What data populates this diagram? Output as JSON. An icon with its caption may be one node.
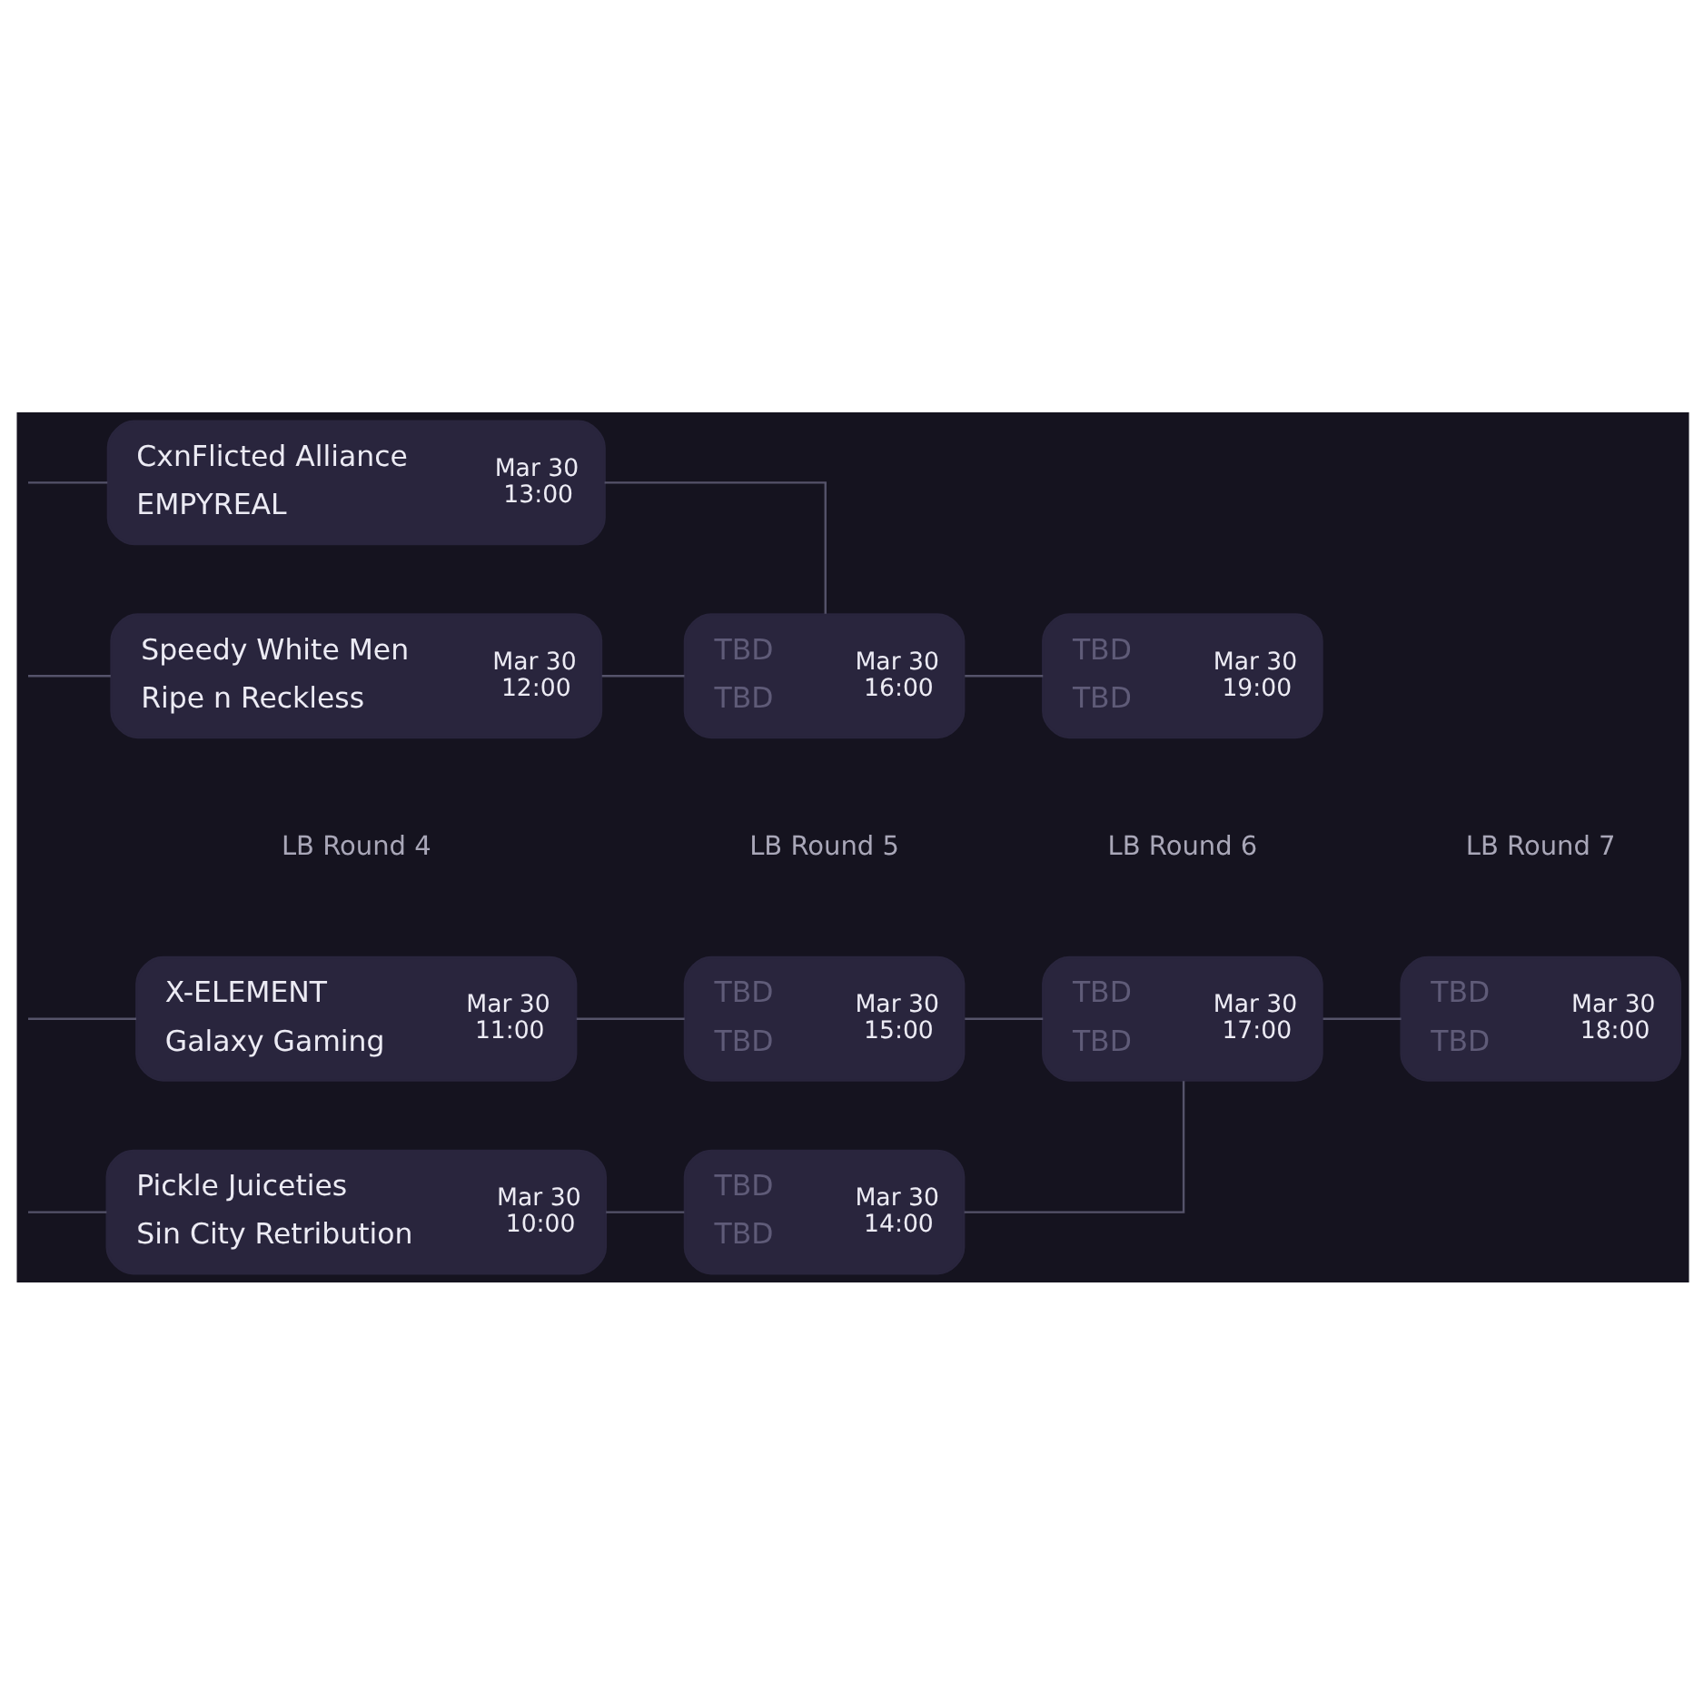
{
  "diagram": {
    "nodes": [
      {
        "text": [
          "CxnFlicted Alliance",
          "EMPYREAL",
          "Mar 30 13:00"
        ]
      },
      {
        "text": [
          "Speedy White Men",
          "Ripe n Reckless",
          "Mar 30 12:00"
        ]
      },
      {
        "text": [
          "TBD",
          "TBD",
          "Mar 30 16:00"
        ]
      },
      {
        "text": [
          "TBD",
          "TBD",
          "Mar 30 19:00"
        ]
      },
      {
        "text": [
          "X-ELEMENT",
          "Galaxy Gaming",
          "Mar 30 11:00"
        ]
      },
      {
        "text": [
          "Pickle Juiceties",
          "Sin City Retribution",
          "Mar 30 10:00"
        ]
      },
      {
        "text": [
          "TBD",
          "TBD",
          "Mar 30 15:00"
        ]
      },
      {
        "text": [
          "TBD",
          "TBD",
          "Mar 30 14:00"
        ]
      },
      {
        "text": [
          "TBD",
          "TBD",
          "Mar 30 17:00"
        ]
      },
      {
        "text": [
          "TBD",
          "TBD",
          "Mar 30 18:00"
        ]
      }
    ],
    "edges": [
      {
        "from": null,
        "to": 0,
        "arrow": "none"
      },
      {
        "from": null,
        "to": 1,
        "arrow": "none"
      },
      {
        "from": 0,
        "to": 2,
        "arrow": "none"
      },
      {
        "from": 1,
        "to": 2,
        "arrow": "none"
      },
      {
        "from": 2,
        "to": 3,
        "arrow": "none"
      },
      {
        "from": null,
        "to": 4,
        "arrow": "none"
      },
      {
        "from": null,
        "to": 5,
        "arrow": "none"
      },
      {
        "from": 4,
        "to": 6,
        "arrow": "none"
      },
      {
        "from": 5,
        "to": 7,
        "arrow": "none"
      },
      {
        "from": 6,
        "to": 8,
        "arrow": "none"
      },
      {
        "from": 7,
        "to": 8,
        "arrow": "none"
      },
      {
        "from": 8,
        "to": 9,
        "arrow": "none"
      }
    ],
    "labels": [
      "LB Round 4",
      "LB Round 5",
      "LB Round 6",
      "LB Round 7"
    ]
  }
}
